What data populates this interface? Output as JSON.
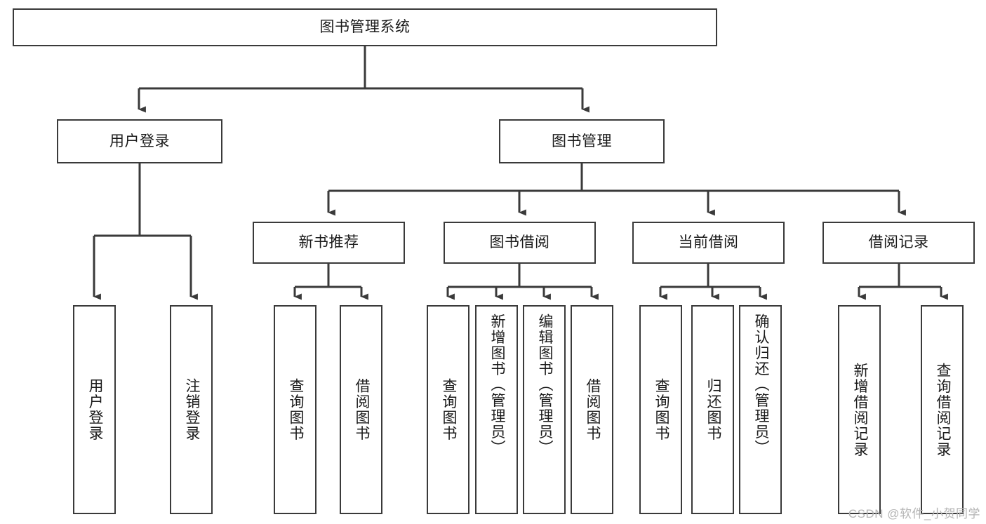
{
  "diagram": {
    "type": "tree-hierarchy-chart",
    "title": "图书管理系统",
    "line_color": "#3a3a3a",
    "box_fill": "#ffffff",
    "text_color": "#1a1a1a",
    "root": {
      "label": "图书管理系统"
    },
    "level2": [
      {
        "label": "用户登录"
      },
      {
        "label": "图书管理"
      }
    ],
    "level3": [
      {
        "label": "新书推荐"
      },
      {
        "label": "图书借阅"
      },
      {
        "label": "当前借阅"
      },
      {
        "label": "借阅记录"
      }
    ],
    "leaves": {
      "user_login": [
        {
          "label": "用户登录"
        },
        {
          "label": "注销登录"
        }
      ],
      "new_book_recommend": [
        {
          "label": "查询图书"
        },
        {
          "label": "借阅图书"
        }
      ],
      "book_borrow": [
        {
          "label": "查询图书"
        },
        {
          "label": "新增图书（管理员）"
        },
        {
          "label": "编辑图书（管理员）"
        },
        {
          "label": "借阅图书"
        }
      ],
      "current_borrow": [
        {
          "label": "查询图书"
        },
        {
          "label": "归还图书"
        },
        {
          "label": "确认归还（管理员）"
        }
      ],
      "borrow_record": [
        {
          "label": "新增借阅记录"
        },
        {
          "label": "查询借阅记录"
        }
      ]
    }
  },
  "watermark": {
    "text": "CSDN @软件_小贺同学"
  }
}
